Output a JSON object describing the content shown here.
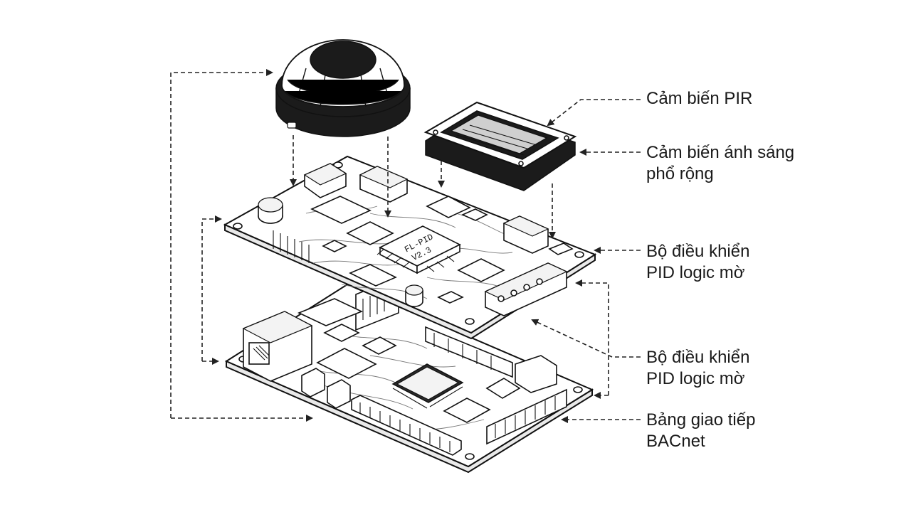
{
  "labels": {
    "pir": [
      "Cảm biến PIR"
    ],
    "light": [
      "Cảm biến ánh sáng",
      "phổ rộng"
    ],
    "pid1": [
      "Bộ điều khiển",
      "PID logic mờ"
    ],
    "pid2": [
      "Bộ điều khiển",
      "PID logic mờ"
    ],
    "bacnet": [
      "Bảng giao tiếp",
      "BACnet"
    ]
  },
  "chip_marking": [
    "FL-PID",
    "V2.3"
  ],
  "colors": {
    "ink": "#111111",
    "pcb_fill": "#ffffff",
    "sensor_dark": "#1b1b1b",
    "leader_line": "#222222"
  }
}
